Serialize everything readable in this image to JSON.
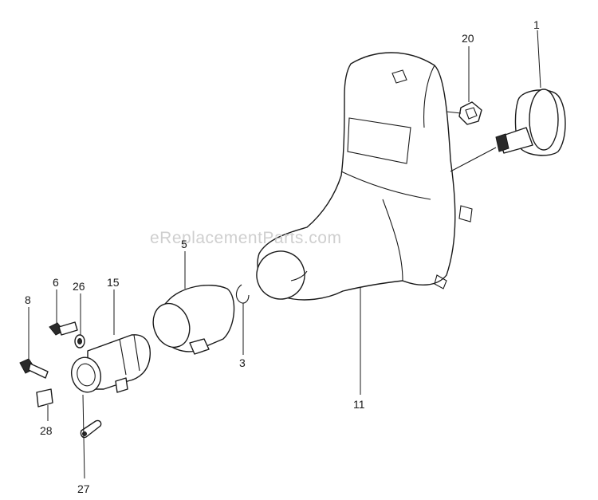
{
  "watermark": "eReplacementParts.com",
  "callouts": {
    "c1": "1",
    "c3": "3",
    "c5": "5",
    "c6": "6",
    "c8": "8",
    "c11": "11",
    "c15": "15",
    "c20": "20",
    "c26": "26",
    "c27": "27",
    "c28": "28"
  },
  "colors": {
    "line": "#1a1a1a",
    "background": "#ffffff",
    "watermark": "#cfcfcf"
  }
}
